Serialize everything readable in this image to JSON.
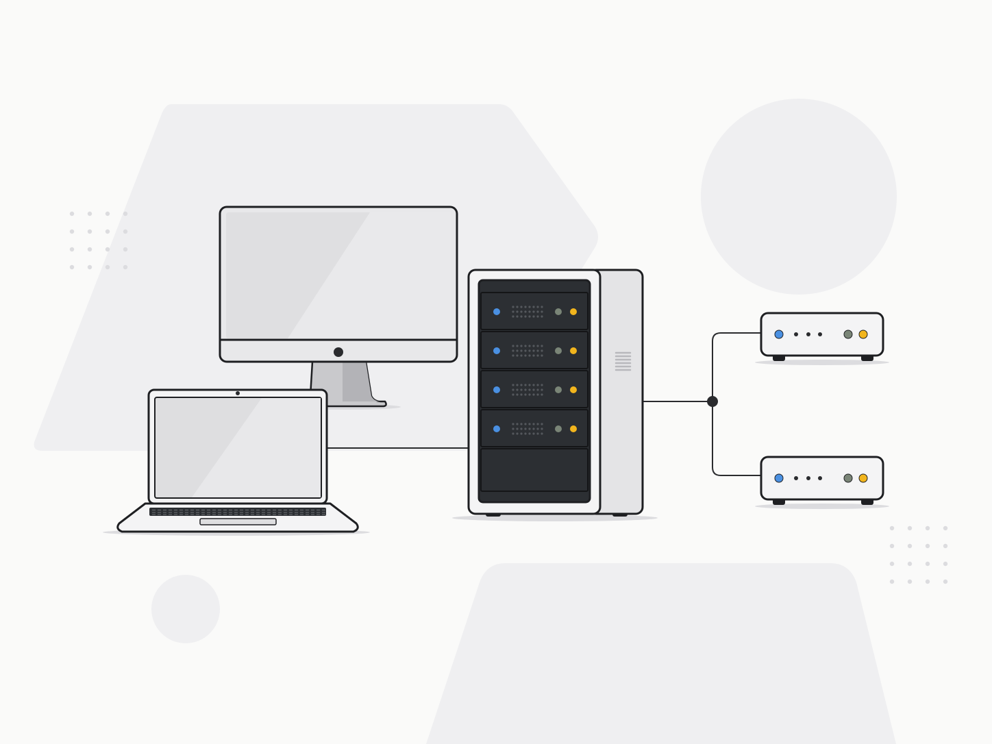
{
  "illustration": {
    "subject": "",
    "devices": [
      {
        "kind": "desktop-monitor"
      },
      {
        "kind": "laptop"
      },
      {
        "kind": "server-tower",
        "drive_bays": 4
      },
      {
        "kind": "network-device"
      },
      {
        "kind": "network-device"
      }
    ]
  },
  "colors": {
    "background": "#fafaf9",
    "shape_fill": "#efeff1",
    "outline": "#1e1f22",
    "dark_panel": "#2c2f33",
    "light_panel": "#e8e8ea",
    "indicator_blue": "#4a90e2",
    "indicator_gray": "#7a8577",
    "indicator_yellow": "#f2b51d",
    "dot_pattern": "#dcdcdf"
  }
}
